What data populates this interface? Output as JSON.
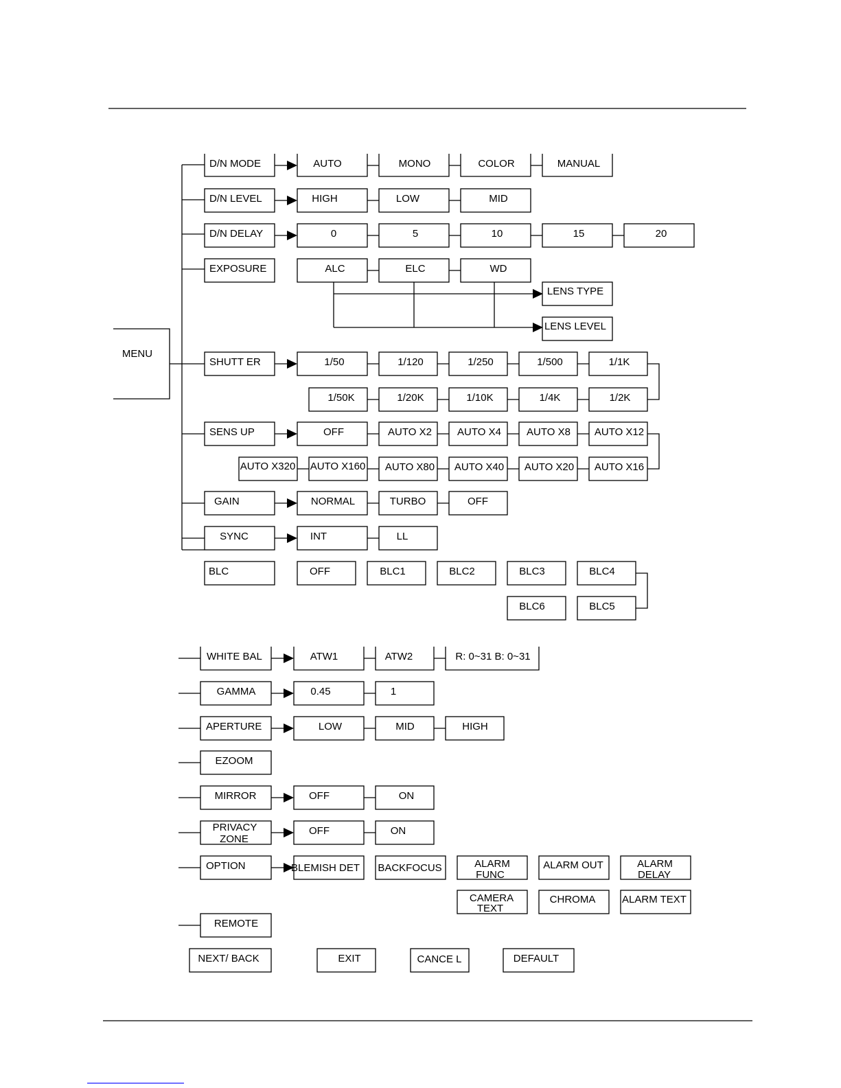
{
  "menu_tree": {
    "root": "MENU",
    "items": [
      {
        "label": "D/N MODE",
        "options": [
          "AUTO",
          "MONO",
          "COLOR",
          "MANUAL"
        ]
      },
      {
        "label": "D/N LEVEL",
        "options": [
          "HIGH",
          "LOW",
          "MID"
        ]
      },
      {
        "label": "D/N DELAY",
        "options": [
          "0",
          "5",
          "10",
          "15",
          "20"
        ]
      },
      {
        "label": "EXPOSURE",
        "options": [
          "ALC",
          "ELC",
          "WD"
        ],
        "sub_options": [
          "LENS TYPE",
          "LENS LEVEL"
        ]
      },
      {
        "label": "SHUTT ER",
        "options": [
          "1/50",
          "1/120",
          "1/250",
          "1/500",
          "1/1K",
          "1/2K",
          "1/4K",
          "1/10K",
          "1/20K",
          "1/50K"
        ]
      },
      {
        "label": "SENS UP",
        "options": [
          "OFF",
          "AUTO X2",
          "AUTO X4",
          "AUTO X8",
          "AUTO X12",
          "AUTO X16",
          "AUTO X20",
          "AUTO X40",
          "AUTO X80",
          "AUTO X160",
          "AUTO X320"
        ]
      },
      {
        "label": "GAIN",
        "options": [
          "NORMAL",
          "TURBO",
          "OFF"
        ]
      },
      {
        "label": "SYNC",
        "options": [
          "INT",
          "LL"
        ]
      },
      {
        "label": "BLC",
        "options": [
          "OFF",
          "BLC1",
          "BLC2",
          "BLC3",
          "BLC4",
          "BLC5",
          "BLC6"
        ]
      },
      {
        "label": "WHITE BAL",
        "options": [
          "ATW1",
          "ATW2",
          "R: 0~31 B: 0~31"
        ]
      },
      {
        "label": "GAMMA",
        "options": [
          "0.45",
          "1"
        ]
      },
      {
        "label": "APERTURE",
        "options": [
          "LOW",
          "MID",
          "HIGH"
        ]
      },
      {
        "label": "EZOOM",
        "options": []
      },
      {
        "label": "MIRROR",
        "options": [
          "OFF",
          "ON"
        ]
      },
      {
        "label": "PRIVACY ZONE",
        "label_lines": [
          "PRIVACY",
          "ZONE"
        ],
        "options": [
          "OFF",
          "ON"
        ]
      },
      {
        "label": "OPTION",
        "options": [
          "BLEMISH DET",
          "BACKFOCUS",
          "ALARM FUNC",
          "ALARM OUT",
          "ALARM DELAY",
          "CAMERA TEXT",
          "CHROMA",
          "ALARM TEXT"
        ]
      },
      {
        "label": "REMOTE",
        "options": []
      }
    ],
    "footer_controls": [
      "NEXT/ BACK",
      "EXIT",
      "CANCE L",
      "DEFAULT"
    ]
  }
}
